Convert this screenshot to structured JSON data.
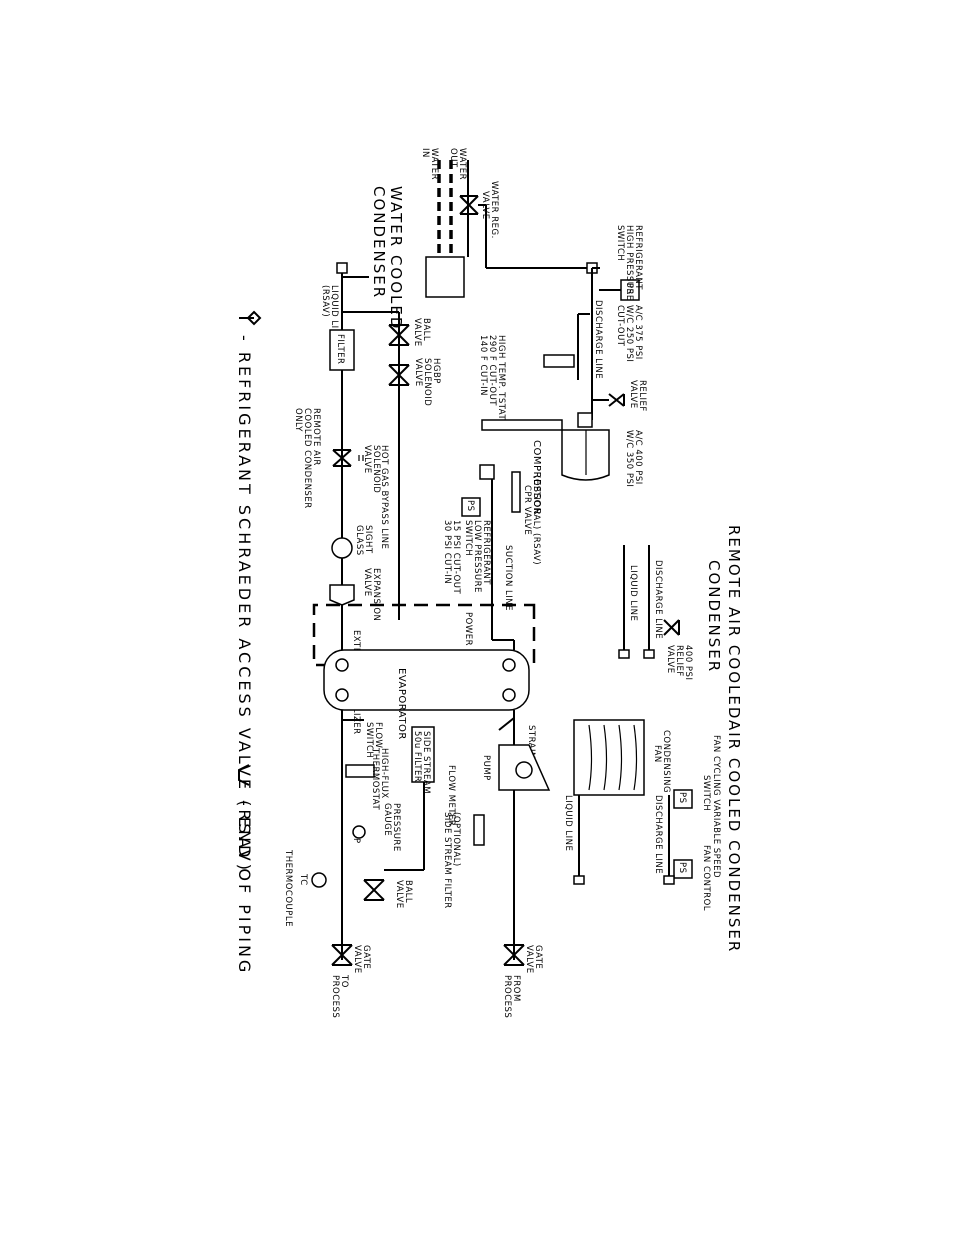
{
  "labels": {
    "water_cooled_condenser": [
      "WATER COOLED",
      "CONDENSER"
    ],
    "water_out": [
      "WATER",
      "OUT"
    ],
    "water_in": [
      "WATER",
      "IN"
    ],
    "water_reg_valve": [
      "WATER REG.",
      "VALVE"
    ],
    "hp_switch": [
      "REFRIGERANT",
      "HIGH PRESSURE",
      "SWITCH"
    ],
    "hp_settings": [
      "A/C 375 PSI",
      "W/C 250 PSI",
      "CUT-OUT"
    ],
    "discharge_line": "DISCHARGE LINE",
    "relief_valve": [
      "RELIEF",
      "VALVE"
    ],
    "relief_settings": [
      "A/C 400 PSI",
      "W/C 350 PSI"
    ],
    "high_temp_tstat": [
      "HIGH TEMP. TSTAT",
      "290 F CUT-OUT",
      "140 F CUT-IN"
    ],
    "compressor": "COMPRESSOR",
    "ball_valve_top": [
      "BALL",
      "VALVE"
    ],
    "hgbp_solenoid": [
      "HGBP",
      "SOLENOID",
      "VALVE"
    ],
    "liquid_line_rsav": [
      "LIQUID LINE",
      "(RSAV)"
    ],
    "filter": "FILTER",
    "remote_air_cooled_only": [
      "REMOTE AIR",
      "COOLED CONDENSER",
      "ONLY"
    ],
    "solenoid_valve": [
      "SOLENOID",
      "VALVE"
    ],
    "optional_cpr": [
      "(OPTIONAL) (RSAV)",
      "CPR VALVE"
    ],
    "lp_switch": [
      "REFRIGERANT",
      "LOW PRESSURE",
      "SWITCH"
    ],
    "lp_settings": [
      "15 PSI CUT-OUT",
      "30 PSI CUT-IN"
    ],
    "hot_gas_bypass": "HOT GAS BYPASS LINE",
    "sight_glass": [
      "SIGHT",
      "GLASS"
    ],
    "expansion_valve": [
      "EXPANSION",
      "VALVE"
    ],
    "suction_line": "SUCTION LINE",
    "power_head": "POWER HEAD",
    "external_equalizer": "EXTERNAL EQUALIZER",
    "evaporator": "EVAPORATOR",
    "remote_air_cooled_title": [
      "REMOTE AIR COOLED",
      "CONDENSER"
    ],
    "remote_discharge_line": "DISCHARGE LINE",
    "remote_liquid_line": "LIQUID LINE",
    "remote_relief": [
      "400 PSI",
      "RELIEF",
      "VALVE"
    ],
    "air_cooled_title": "AIR COOLED CONDENSER",
    "fan_control": [
      "FAN CYCLING VARIABLE SPEED",
      "SWITCH",
      "FAN CONTROL"
    ],
    "condensing_fan": [
      "CONDENSING",
      "FAN"
    ],
    "ac_discharge_line": "DISCHARGE LINE",
    "ac_liquid_line": "LIQUID LINE",
    "flow_switch": [
      "FLOW",
      "SWITCH"
    ],
    "high_flux_thermostat": [
      "HIGH-FLUX",
      "THERMOSTAT"
    ],
    "side_stream_filter_box": [
      "SIDE STREAM",
      "50u FILTER"
    ],
    "flow_meter": "FLOW METER",
    "optional_side_filter": [
      "(OPTIONAL)",
      "SIDE STREAM FILTER"
    ],
    "pressure_gauge": [
      "PRESSURE",
      "GAUGE"
    ],
    "ball_valve_bottom": [
      "BALL",
      "VALVE"
    ],
    "thermocouple": "THERMOCOUPLE",
    "gate_valve_left": [
      "GATE",
      "VALVE"
    ],
    "to_process": [
      "TO",
      "PROCESS"
    ],
    "strainer": "STRAINER",
    "pump": "PUMP",
    "gate_valve_right": [
      "GATE",
      "VALVE"
    ],
    "from_process": [
      "FROM",
      "PROCESS"
    ],
    "tc": "TC",
    "p": "P",
    "ps": "PS",
    "legend_rsav": "- REFRIGERANT SCHRAEDER ACCESS VALVE (RSAV)",
    "legend_end": "- END OF PIPING"
  }
}
